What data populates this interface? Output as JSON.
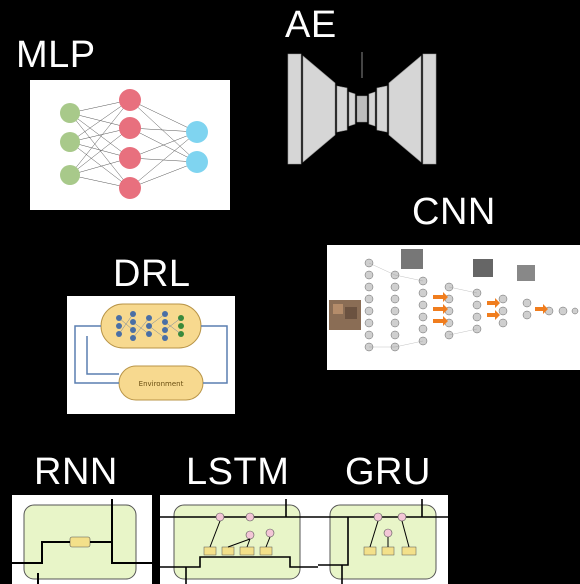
{
  "labels": {
    "mlp": "MLP",
    "ae": "AE",
    "cnn": "CNN",
    "drl": "DRL",
    "rnn": "RNN",
    "lstm": "LSTM",
    "gru": "GRU"
  },
  "drl_panel": {
    "environment_label": "Environment"
  },
  "colors": {
    "background": "#000000",
    "mlp_input": "#a8c98a",
    "mlp_hidden": "#e8707e",
    "mlp_output": "#7fd4f0",
    "ae_block": "#d8d8d8",
    "cnn_arrow": "#f07d1e",
    "drl_agent": "#f7d98f",
    "cell_fill": "#e8f5c8"
  }
}
